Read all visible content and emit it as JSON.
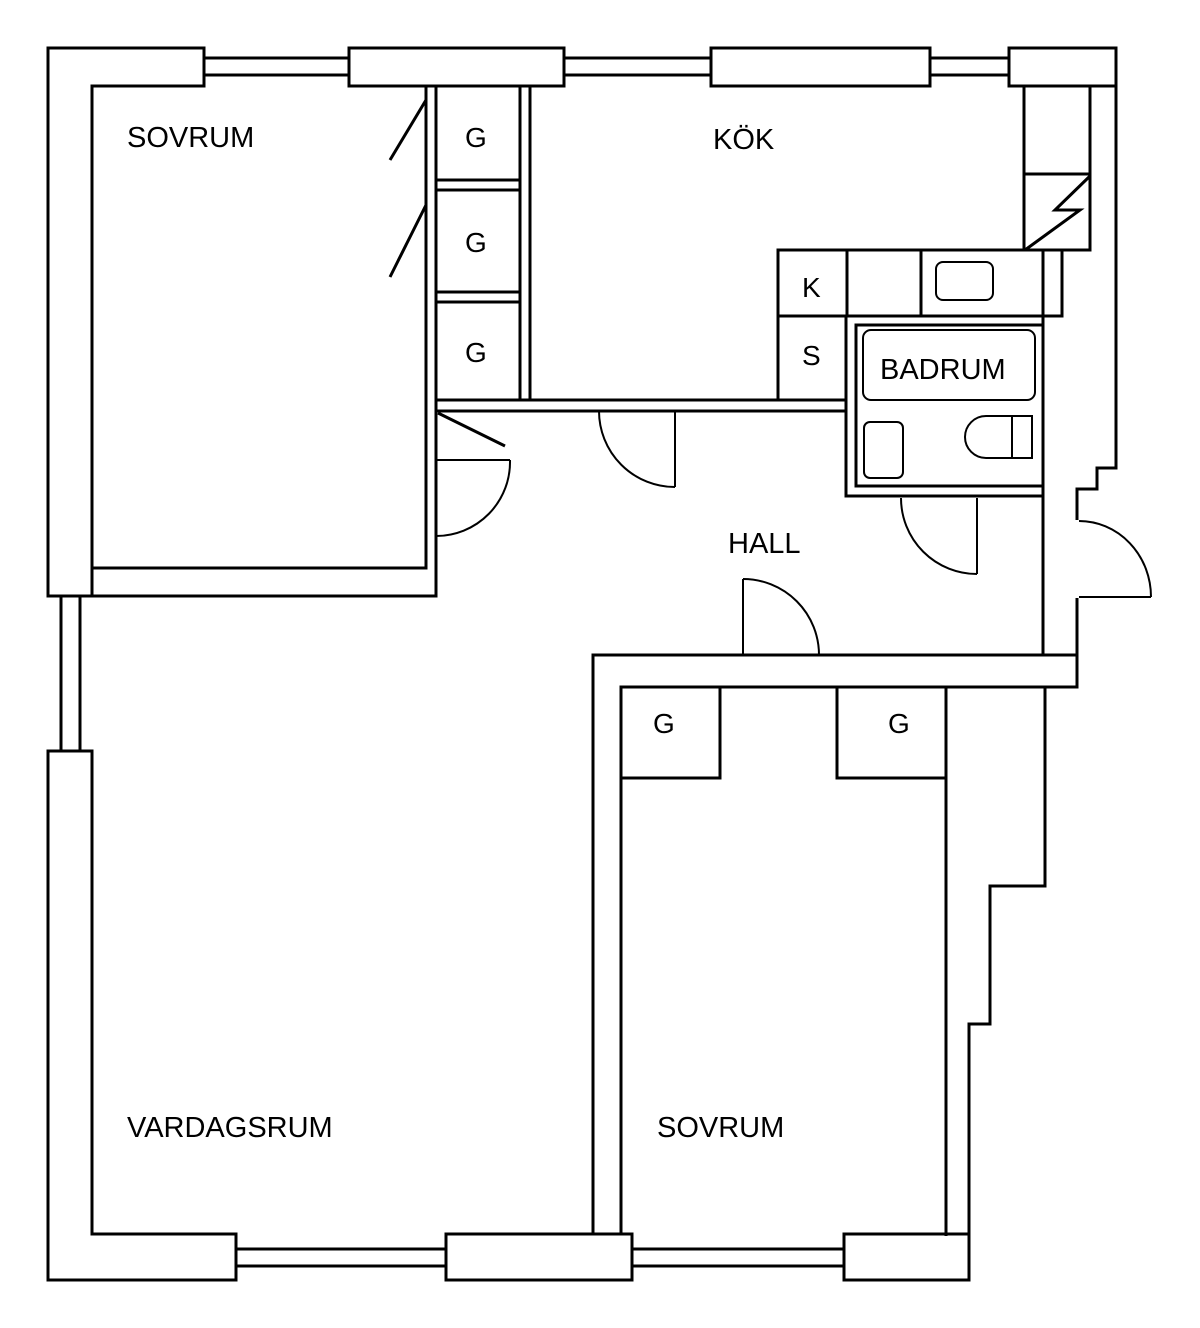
{
  "plan": {
    "rooms": {
      "sovrum_top": "SOVRUM",
      "kok": "KÖK",
      "badrum": "BADRUM",
      "hall": "HALL",
      "vardagsrum": "VARDAGSRUM",
      "sovrum_bottom": "SOVRUM"
    },
    "closets": {
      "g1": "G",
      "g2": "G",
      "g3": "G",
      "g4": "G",
      "g5": "G"
    },
    "kitchen_units": {
      "k": "K",
      "s": "S"
    },
    "colors": {
      "line": "#000000",
      "background": "#ffffff"
    }
  }
}
